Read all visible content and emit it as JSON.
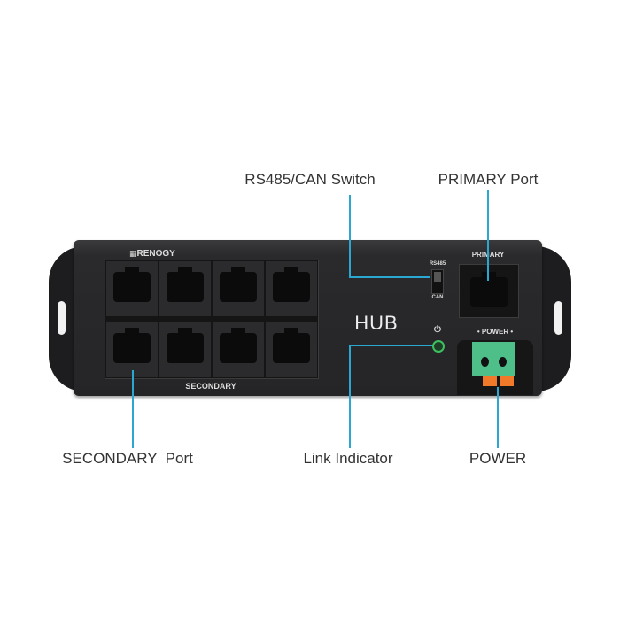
{
  "device": {
    "brand": "RENOGY",
    "name": "HUB",
    "secondary_label": "SECONDARY",
    "primary_label": "PRIMARY",
    "power_label": "• POWER •",
    "switch_top": "RS485",
    "switch_bottom": "CAN",
    "secondary_port_count": 8
  },
  "callouts": {
    "switch": "RS485/CAN Switch",
    "primary": "PRIMARY Port",
    "secondary": "SECONDARY  Port",
    "link": "Link Indicator",
    "power": "POWER"
  },
  "colors": {
    "callout_line": "#2aa8d2",
    "terminal": "#4fbf8a",
    "latch": "#f07a2a",
    "led": "#3cc060"
  }
}
